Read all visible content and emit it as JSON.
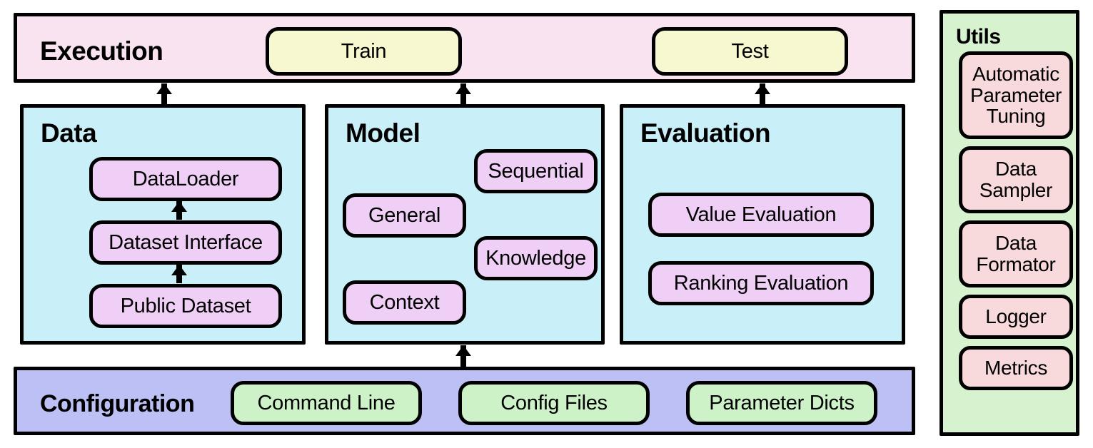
{
  "diagram": {
    "title": "RecBole-style library architecture overview",
    "type": "block-architecture-diagram"
  },
  "colors": {
    "outline": "#000000",
    "execution_fill": "#FAE3F1",
    "execution_node_fill": "#F7F7D0",
    "layer_fill": "#C9F0F8",
    "layer_node_fill": "#EFCFF6",
    "configuration_fill": "#BCC0F5",
    "configuration_node_fill": "#CDF2C8",
    "utils_fill": "#D7F2CE",
    "utils_node_fill": "#F8DADD",
    "background": "#FFFFFF"
  },
  "execution": {
    "title": "Execution",
    "nodes": [
      {
        "label": "Train"
      },
      {
        "label": "Test"
      }
    ]
  },
  "layers": [
    {
      "title": "Data",
      "nodes": [
        {
          "label": "DataLoader"
        },
        {
          "label": "Dataset Interface"
        },
        {
          "label": "Public Dataset"
        }
      ],
      "internal_flow": "Public Dataset -> Dataset Interface -> DataLoader"
    },
    {
      "title": "Model",
      "nodes": [
        {
          "label": "Sequential"
        },
        {
          "label": "General"
        },
        {
          "label": "Knowledge"
        },
        {
          "label": "Context"
        }
      ]
    },
    {
      "title": "Evaluation",
      "nodes": [
        {
          "label": "Value Evaluation"
        },
        {
          "label": "Ranking Evaluation"
        }
      ]
    }
  ],
  "configuration": {
    "title": "Configuration",
    "nodes": [
      {
        "label": "Command Line"
      },
      {
        "label": "Config Files"
      },
      {
        "label": "Parameter Dicts"
      }
    ]
  },
  "utils": {
    "title": "Utils",
    "nodes": [
      {
        "label": "Automatic\nParameter\nTuning"
      },
      {
        "label": "Data\nSampler"
      },
      {
        "label": "Data\nFormator"
      },
      {
        "label": "Logger"
      },
      {
        "label": "Metrics"
      }
    ]
  },
  "arrows": [
    {
      "from": "Data",
      "to": "Execution",
      "direction": "up"
    },
    {
      "from": "Model",
      "to": "Execution",
      "direction": "up"
    },
    {
      "from": "Evaluation",
      "to": "Execution",
      "direction": "up"
    },
    {
      "from": "Configuration",
      "to": "Model",
      "direction": "up"
    },
    {
      "from": "Public Dataset",
      "to": "Dataset Interface",
      "direction": "up"
    },
    {
      "from": "Dataset Interface",
      "to": "DataLoader",
      "direction": "up"
    }
  ]
}
